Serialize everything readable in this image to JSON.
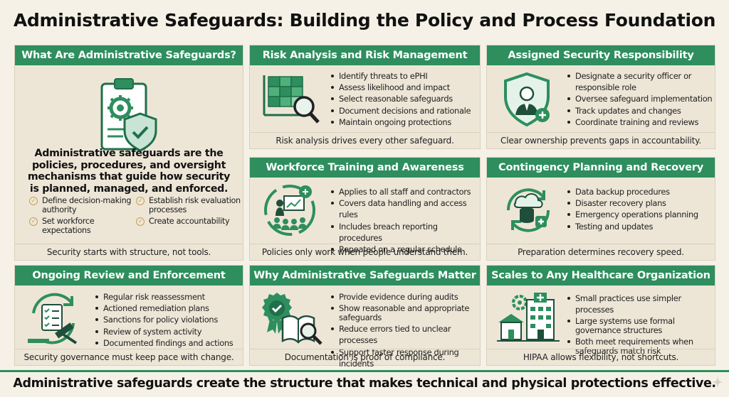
{
  "title": "Administrative Safeguards: Building the Policy and Process Foundation",
  "intro_card": {
    "heading": "What Are Administrative Safeguards?",
    "icon": "clipboard-gear-shield-icon",
    "lead": "Administrative safeguards are the policies, procedures, and oversight mechanisms that guide how security is planned, managed, and enforced.",
    "checks": [
      "Define decision-making authority",
      "Establish risk evaluation processes",
      "Set workforce expectations",
      "Create accountability"
    ],
    "footer": "Security starts with structure, not tools."
  },
  "cards": {
    "risk": {
      "heading": "Risk Analysis and Risk Management",
      "icon": "risk-grid-magnifier-icon",
      "bullets": [
        "Identify threats to ePHI",
        "Assess likelihood and impact",
        "Select reasonable safeguards",
        "Document decisions and rationale",
        "Maintain ongoing protections"
      ],
      "footer": "Risk analysis drives every other safeguard."
    },
    "responsibility": {
      "heading": "Assigned Security Responsibility",
      "icon": "officer-shield-icon",
      "bullets": [
        "Designate a security officer or responsible role",
        "Oversee safeguard implementation",
        "Track updates and changes",
        "Coordinate training and reviews"
      ],
      "footer": "Clear ownership prevents gaps in accountability."
    },
    "training": {
      "heading": "Workforce Training and Awareness",
      "icon": "training-presentation-icon",
      "bullets": [
        "Applies to all staff and contractors",
        "Covers data handling and access rules",
        "Includes breach reporting procedures",
        "Repeated on a regular schedule"
      ],
      "footer": "Policies only work when people understand them."
    },
    "contingency": {
      "heading": "Contingency Planning and Recovery",
      "icon": "backup-recovery-icon",
      "bullets": [
        "Data backup procedures",
        "Disaster recovery plans",
        "Emergency operations planning",
        "Testing and updates"
      ],
      "footer": "Preparation determines recovery speed."
    },
    "review": {
      "heading": "Ongoing Review and Enforcement",
      "icon": "review-gavel-icon",
      "bullets": [
        "Regular risk reassessment",
        "Actioned remediation plans",
        "Sanctions for policy violations",
        "Review of system activity",
        "Documented findings and actions"
      ],
      "footer": "Security governance must keep pace with change."
    },
    "matter": {
      "heading": "Why Administrative Safeguards Matter",
      "icon": "seal-book-magnifier-icon",
      "bullets": [
        "Provide evidence during audits",
        "Show reasonable and appropriate safeguards",
        "Reduce errors tied to unclear processes",
        "Support faster response during incidents"
      ],
      "footer": "Documentation is proof of compliance."
    },
    "scales": {
      "heading": "Scales to Any Healthcare Organization",
      "icon": "clinic-hospital-icon",
      "bullets": [
        "Small practices use simpler processes",
        "Large systems use formal governance structures",
        "Both meet requirements when safeguards match risk"
      ],
      "footer": "HIPAA allows flexibility, not shortcuts."
    }
  },
  "footer": "Administrative safeguards create the structure that makes technical and physical protections effective.",
  "colors": {
    "accent_green": "#2e8e5e",
    "background": "#f6f1e7",
    "card": "#ede6d7",
    "gold": "#c9a24b"
  }
}
